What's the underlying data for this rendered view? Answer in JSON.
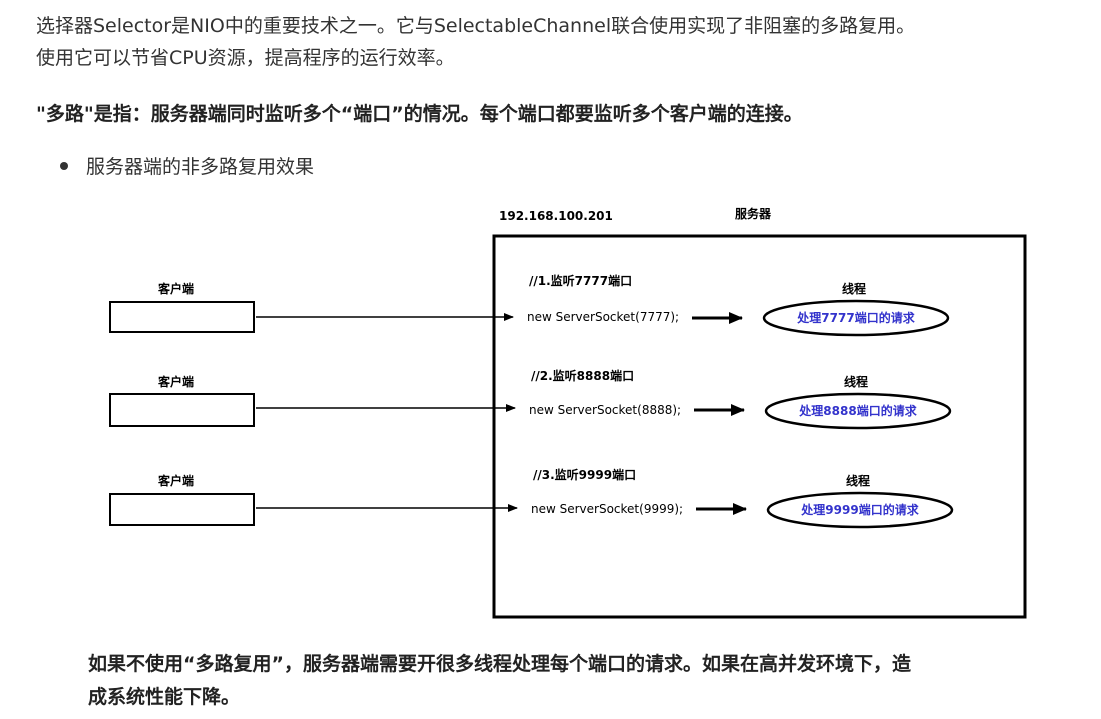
{
  "article": {
    "intro_line1": "选择器Selector是NIO中的重要技术之一。它与SelectableChannel联合使用实现了非阻塞的多路复用。",
    "intro_line2": "使用它可以节省CPU资源，提高程序的运行效率。",
    "bold_line": "\"多路\"是指：服务器端同时监听多个“端口”的情况。每个端口都要监听多个客户端的连接。",
    "bullet_item": "服务器端的非多路复用效果",
    "conclusion_line1": "如果不使用“多路复用”，服务器端需要开很多线程处理每个端口的请求。如果在高并发环境下，造",
    "conclusion_line2": "成系统性能下降。"
  },
  "diagram": {
    "server_ip": "192.168.100.201",
    "server_title": "服务器",
    "rows": [
      {
        "client_label": "客户端",
        "comment": "//1.监听7777端口",
        "code": "new ServerSocket(7777);",
        "thread_label": "线程",
        "ellipse_text": "处理7777端口的请求"
      },
      {
        "client_label": "客户端",
        "comment": "//2.监听8888端口",
        "code": "new ServerSocket(8888);",
        "thread_label": "线程",
        "ellipse_text": "处理8888端口的请求"
      },
      {
        "client_label": "客户端",
        "comment": "//3.监听9999端口",
        "code": "new ServerSocket(9999);",
        "thread_label": "线程",
        "ellipse_text": "处理9999端口的请求"
      }
    ],
    "colors": {
      "ellipse_text": "#3333cc",
      "stroke": "#000000"
    }
  }
}
